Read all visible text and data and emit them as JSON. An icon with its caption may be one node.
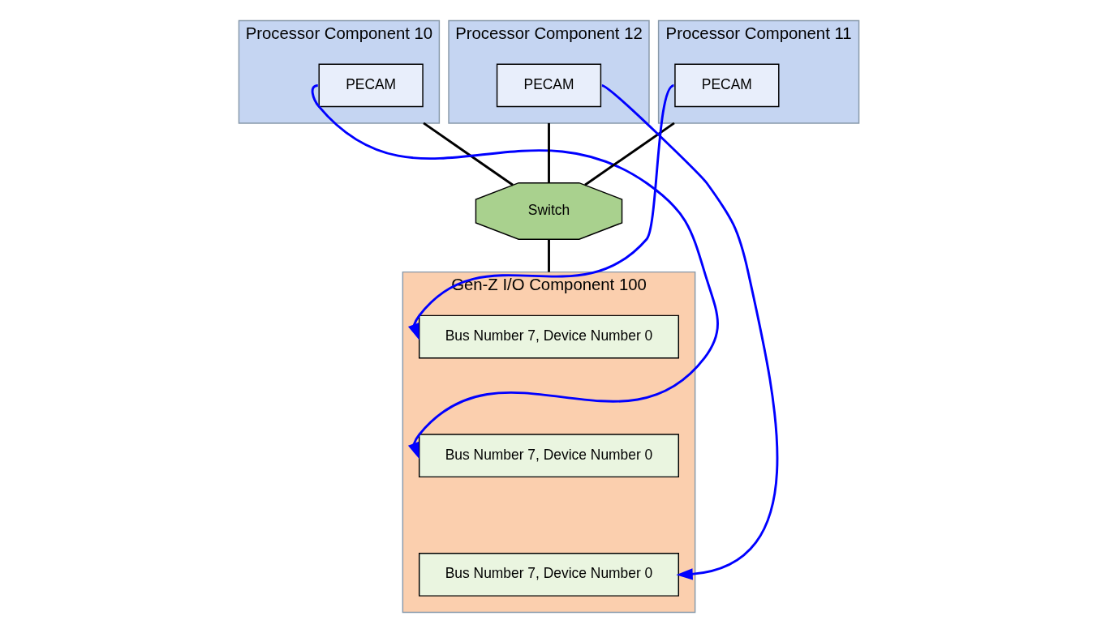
{
  "diagram": {
    "nodes": [
      {
        "text": [
          "Processor Component 10"
        ]
      },
      {
        "text": [
          "PECAM"
        ],
        "in": 0
      },
      {
        "text": [
          "Processor Component 11"
        ]
      },
      {
        "text": [
          "PECAM"
        ],
        "in": 2
      },
      {
        "text": [
          "Processor Component 12"
        ]
      },
      {
        "text": [
          "PECAM"
        ],
        "in": 4
      },
      {
        "text": [
          "Switch"
        ]
      },
      {
        "text": [
          "Gen-Z I/O Component 100"
        ]
      },
      {
        "text": [
          "Bus Number 7, Device Number 0"
        ],
        "in": 7
      },
      {
        "text": [
          "Bus Number 7, Device Number 0"
        ],
        "in": 7
      },
      {
        "text": [
          "Bus Number 7, Device Number 0"
        ],
        "in": 7
      }
    ],
    "edges": [
      {
        "from": 0,
        "to": 6,
        "arrow": "none"
      },
      {
        "from": 2,
        "to": 6,
        "arrow": "none"
      },
      {
        "from": 4,
        "to": 6,
        "arrow": "none"
      },
      {
        "from": 6,
        "to": 7,
        "arrow": "none"
      },
      {
        "from": 3,
        "to": 8,
        "arrow": "to",
        "color": "#0000ff"
      },
      {
        "from": 1,
        "to": 9,
        "arrow": "to",
        "color": "#0000ff"
      },
      {
        "from": 5,
        "to": 10,
        "arrow": "to",
        "color": "#0000ff"
      }
    ]
  }
}
